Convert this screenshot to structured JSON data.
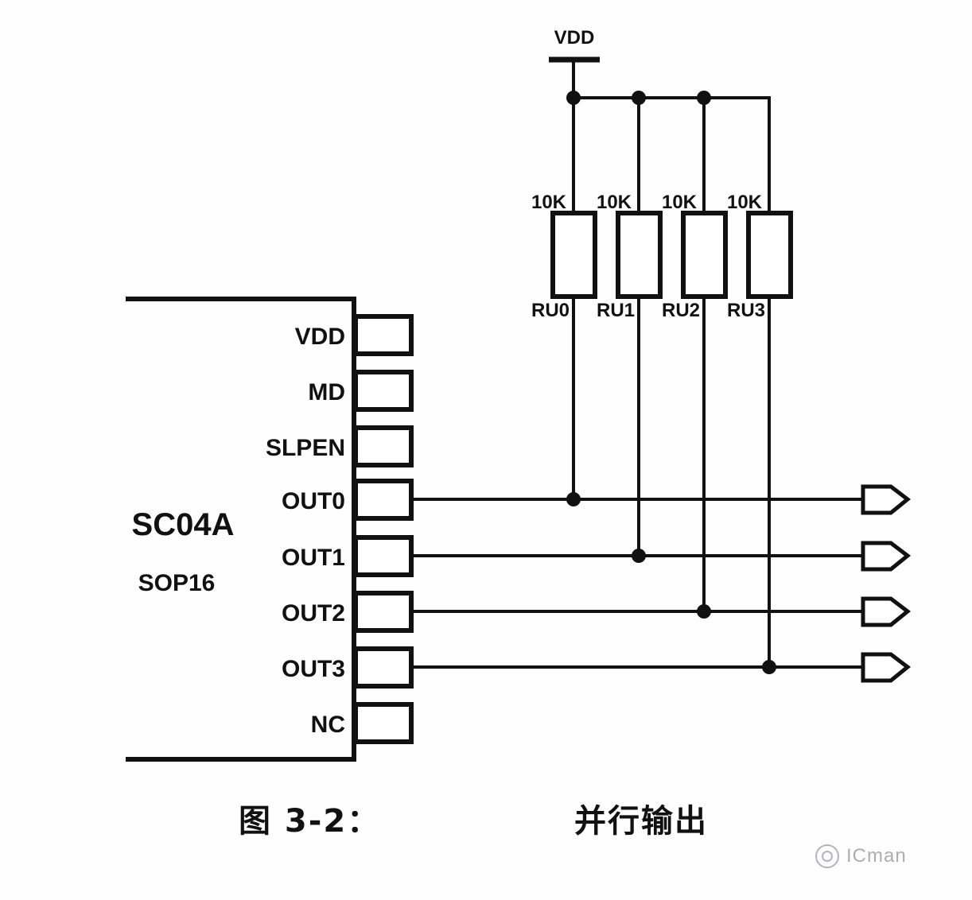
{
  "figure": {
    "caption_left": "图 3-2：",
    "caption_right": "并行输出"
  },
  "chip": {
    "name": "SC04A",
    "package": "SOP16",
    "pins": [
      {
        "label": "VDD",
        "connected": false
      },
      {
        "label": "MD",
        "connected": false
      },
      {
        "label": "SLPEN",
        "connected": false
      },
      {
        "label": "OUT0",
        "connected": true
      },
      {
        "label": "OUT1",
        "connected": true
      },
      {
        "label": "OUT2",
        "connected": true
      },
      {
        "label": "OUT3",
        "connected": true
      },
      {
        "label": "NC",
        "connected": false
      }
    ]
  },
  "power": {
    "rail_label": "VDD"
  },
  "resistors": [
    {
      "ref": "RU0",
      "value": "10K",
      "net": "OUT0"
    },
    {
      "ref": "RU1",
      "value": "10K",
      "net": "OUT1"
    },
    {
      "ref": "RU2",
      "value": "10K",
      "net": "OUT2"
    },
    {
      "ref": "RU3",
      "value": "10K",
      "net": "OUT3"
    }
  ],
  "outputs": [
    {
      "net": "OUT0"
    },
    {
      "net": "OUT1"
    },
    {
      "net": "OUT2"
    },
    {
      "net": "OUT3"
    }
  ],
  "watermark": {
    "text": "ICman"
  },
  "colors": {
    "ink": "#111111",
    "background": "#ffffff",
    "watermark": "#4a4a66"
  }
}
